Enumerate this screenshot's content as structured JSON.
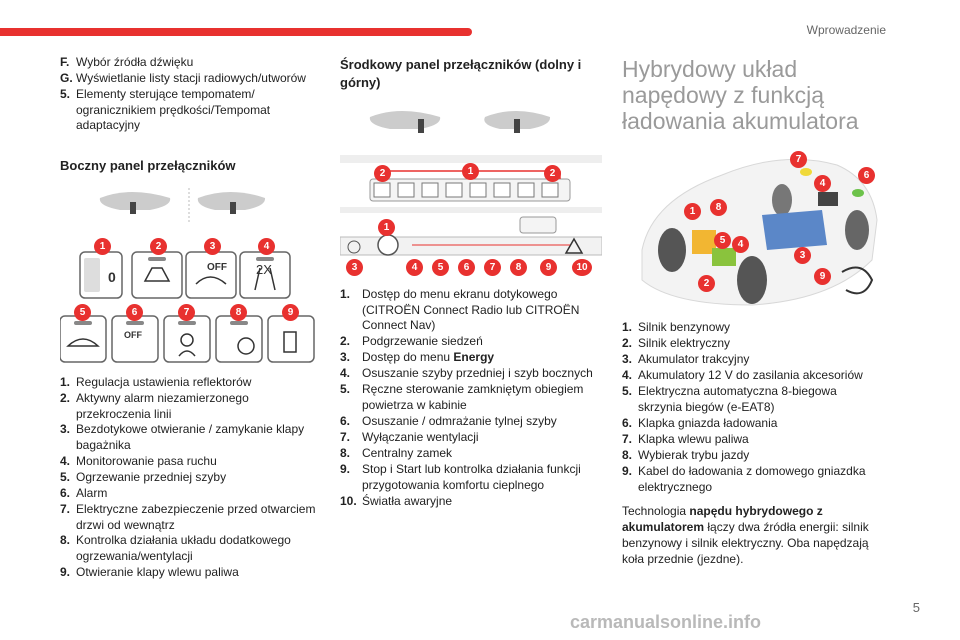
{
  "header": {
    "section": "Wprowadzenie",
    "page_number": "5"
  },
  "col1": {
    "items_top": [
      {
        "n": "F.",
        "t": "Wybór źródła dźwięku"
      },
      {
        "n": "G.",
        "t": "Wyświetlanie listy stacji radiowych/utworów"
      },
      {
        "n": "5.",
        "t": "Elementy sterujące tempomatem/ ogranicznikiem prędkości/Tempomat adaptacyjny"
      }
    ],
    "heading": "Boczny panel przełączników",
    "figure": {
      "row1_badges": [
        "1",
        "2",
        "3",
        "4"
      ],
      "row2_badges": [
        "5",
        "6",
        "7",
        "8",
        "9"
      ],
      "off_label": "OFF",
      "twox_label": "2X"
    },
    "items": [
      {
        "n": "1.",
        "t": "Regulacja ustawienia reflektorów"
      },
      {
        "n": "2.",
        "t": "Aktywny alarm niezamierzonego przekroczenia linii"
      },
      {
        "n": "3.",
        "t": "Bezdotykowe otwieranie / zamykanie klapy bagażnika"
      },
      {
        "n": "4.",
        "t": "Monitorowanie pasa ruchu"
      },
      {
        "n": "5.",
        "t": "Ogrzewanie przedniej szyby"
      },
      {
        "n": "6.",
        "t": "Alarm"
      },
      {
        "n": "7.",
        "t": "Elektryczne zabezpieczenie przed otwarciem drzwi od wewnątrz"
      },
      {
        "n": "8.",
        "t": "Kontrolka działania układu dodatkowego ogrzewania/wentylacji"
      },
      {
        "n": "9.",
        "t": "Otwieranie klapy wlewu paliwa"
      }
    ]
  },
  "col2": {
    "heading": "Środkowy panel przełączników (dolny i górny)",
    "figure": {
      "upper_badges": [
        "2",
        "1",
        "2"
      ],
      "lower_badges": [
        "1",
        "3",
        "4",
        "5",
        "6",
        "7",
        "8",
        "9",
        "10"
      ]
    },
    "items": [
      {
        "n": "1.",
        "t": "Dostęp do menu ekranu dotykowego (CITROËN Connect Radio lub CITROËN Connect Nav)"
      },
      {
        "n": "2.",
        "t": "Podgrzewanie siedzeń"
      },
      {
        "n": "3.",
        "t": "Dostęp do menu ",
        "b": "Energy"
      },
      {
        "n": "4.",
        "t": "Osuszanie szyby przedniej i szyb bocznych"
      },
      {
        "n": "5.",
        "t": "Ręczne sterowanie zamkniętym obiegiem powietrza w kabinie"
      },
      {
        "n": "6.",
        "t": "Osuszanie / odmrażanie tylnej szyby"
      },
      {
        "n": "7.",
        "t": "Wyłączanie wentylacji"
      },
      {
        "n": "8.",
        "t": "Centralny zamek"
      },
      {
        "n": "9.",
        "t": "Stop i Start lub kontrolka działania funkcji przygotowania komfortu cieplnego"
      },
      {
        "n": "10.",
        "t": "Światła awaryjne"
      }
    ]
  },
  "col3": {
    "heading": "Hybrydowy układ napędowy z funkcją ładowania akumulatora",
    "figure": {
      "badges": [
        "7",
        "6",
        "4",
        "1",
        "8",
        "5",
        "4",
        "3",
        "2",
        "9"
      ]
    },
    "items": [
      {
        "n": "1.",
        "t": "Silnik benzynowy"
      },
      {
        "n": "2.",
        "t": "Silnik elektryczny"
      },
      {
        "n": "3.",
        "t": "Akumulator trakcyjny"
      },
      {
        "n": "4.",
        "t": "Akumulatory 12 V do zasilania akcesoriów"
      },
      {
        "n": "5.",
        "t": "Elektryczna automatyczna 8-biegowa skrzynia biegów (e-EAT8)"
      },
      {
        "n": "6.",
        "t": "Klapka gniazda ładowania"
      },
      {
        "n": "7.",
        "t": "Klapka wlewu paliwa"
      },
      {
        "n": "8.",
        "t": "Wybierak trybu jazdy"
      },
      {
        "n": "9.",
        "t": "Kabel do ładowania z domowego gniazdka elektrycznego"
      }
    ],
    "para": {
      "p1": "Technologia ",
      "b1": "napędu hybrydowego z akumulatorem",
      "p2": " łączy dwa źródła energii: silnik benzynowy i silnik elektryczny. Oba napędzają koła przednie (jezdne)."
    }
  },
  "watermark": "carmanualsonline.info",
  "colors": {
    "accent": "#e8312f",
    "heading_grey": "#9a9a9a"
  }
}
